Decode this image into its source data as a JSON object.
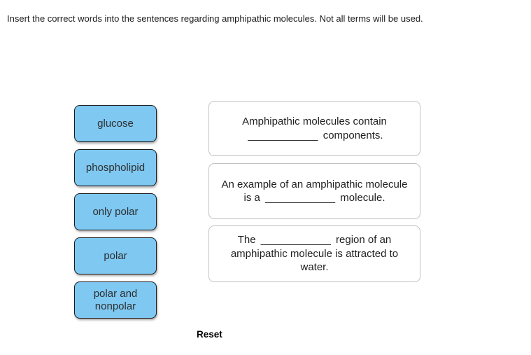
{
  "instructions": "Insert the correct words into the sentences regarding amphipathic molecules. Not all terms will be used.",
  "word_bank": {
    "tiles": [
      {
        "label": "glucose"
      },
      {
        "label": "phospholipid"
      },
      {
        "label": "only polar"
      },
      {
        "label": "polar"
      },
      {
        "label": "polar and nonpolar"
      }
    ]
  },
  "sentences": [
    {
      "line1": "Amphipathic molecules contain",
      "blank": "____________",
      "after_blank": "components."
    },
    {
      "line1": "An example of an amphipathic molecule",
      "before_blank": "is a",
      "blank": "____________",
      "after_blank": "molecule."
    },
    {
      "before_blank": "The",
      "blank": "____________",
      "after_blank": "region of an",
      "line2": "amphipathic molecule is attracted to",
      "line3": "water."
    }
  ],
  "reset_label": "Reset",
  "colors": {
    "tile_fill": "#7ec8f2",
    "tile_border": "#1a1a1a",
    "sentence_box_border": "#c2c2c2",
    "text": "#1f1f1f"
  }
}
